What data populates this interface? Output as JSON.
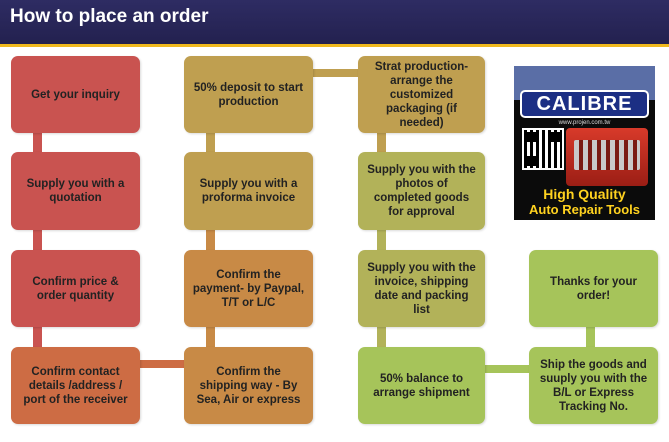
{
  "header": {
    "title": "How to place an order"
  },
  "steps": {
    "get_inquiry": "Get your inquiry",
    "quotation": "Supply you with a quotation",
    "confirm_price": "Confirm price & order quantity",
    "confirm_contact": "Confirm  contact details  /address / port of the receiver",
    "deposit": "50% deposit to start production",
    "proforma": "Supply you with a proforma invoice",
    "confirm_payment": "Confirm the payment- by Paypal, T/T or L/C",
    "confirm_shipping": "Confirm the shipping way - By Sea, Air or express",
    "start_production": "Strat production- arrange the customized packaging (if needed)",
    "photos": "Supply you with the photos of completed goods for approval",
    "invoice": "Supply you with the invoice, shipping date and packing list",
    "balance": "50% balance to arrange shipment",
    "ship": "Ship the goods and suuply you with the B/L or Express Tracking No.",
    "thanks": "Thanks for your order!"
  },
  "logo": {
    "brand": "CALIBRE",
    "url": "www.projen.com.tw",
    "tagline_1": "High Quality",
    "tagline_2": "Auto Repair Tools"
  },
  "colors": {
    "header_bg": "#2e2c63",
    "header_border": "#f0b91e",
    "step_red": "#c95350",
    "step_orange": "#cd6c44",
    "step_amber": "#c88a46",
    "step_tan": "#bf9f50",
    "step_olive": "#b2b259",
    "step_green": "#a6c45a"
  }
}
